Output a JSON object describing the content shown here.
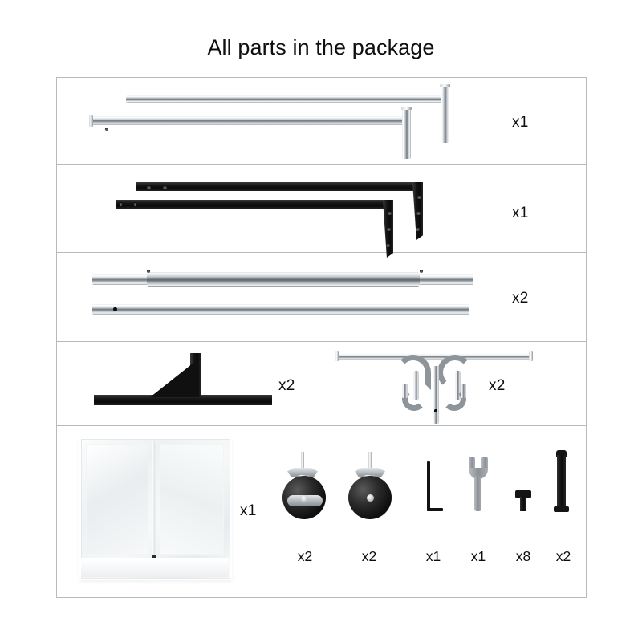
{
  "page": {
    "title": "All parts in the package",
    "background_color": "#ffffff",
    "border_color": "#b9b9b9",
    "text_color": "#0d0d0d"
  },
  "parts_table": {
    "rows": [
      {
        "id": "row-main-frame-rods",
        "cells": [
          {
            "id": "cell-main-frame-rods",
            "part_name": "chrome T-shaped top rail rods",
            "icon": "chrome-t-rod-icon",
            "quantity": "x1"
          }
        ]
      },
      {
        "id": "row-l-brackets",
        "cells": [
          {
            "id": "cell-l-brackets",
            "part_name": "black L-shaped side brackets",
            "icon": "black-l-bracket-icon",
            "quantity": "x1"
          }
        ]
      },
      {
        "id": "row-straight-tubes",
        "cells": [
          {
            "id": "cell-straight-tubes",
            "part_name": "chrome straight extension tubes",
            "icon": "chrome-straight-tube-icon",
            "quantity": "x2"
          }
        ]
      },
      {
        "id": "row-base-and-hooks",
        "cells": [
          {
            "id": "cell-t-base",
            "part_name": "black T-shaped base foot with brace",
            "icon": "black-t-base-icon",
            "quantity": "x2"
          },
          {
            "id": "cell-hook-rack",
            "part_name": "chrome double hook side arm",
            "icon": "chrome-double-hook-icon",
            "quantity": "x2"
          }
        ]
      },
      {
        "id": "row-cover-and-hardware",
        "cells": [
          {
            "id": "cell-garment-cover",
            "part_name": "clear garment cover with zipper",
            "icon": "clear-garment-cover-icon",
            "quantity": "x1"
          },
          {
            "id": "cell-hardware-kit",
            "part_name": "hardware kit",
            "hardware": [
              {
                "id": "hw-locking-caster",
                "part_name": "locking swivel caster wheel",
                "icon": "locking-caster-icon",
                "quantity": "x2"
              },
              {
                "id": "hw-caster",
                "part_name": "swivel caster wheel",
                "icon": "caster-icon",
                "quantity": "x2"
              },
              {
                "id": "hw-allen-key",
                "part_name": "allen hex key",
                "icon": "allen-key-icon",
                "quantity": "x1"
              },
              {
                "id": "hw-wrench",
                "part_name": "open end wrench",
                "icon": "wrench-icon",
                "quantity": "x1"
              },
              {
                "id": "hw-short-bolt",
                "part_name": "short bolt",
                "icon": "short-bolt-icon",
                "quantity": "x8"
              },
              {
                "id": "hw-long-bolt",
                "part_name": "long bolt",
                "icon": "long-bolt-icon",
                "quantity": "x2"
              }
            ]
          }
        ]
      }
    ]
  }
}
